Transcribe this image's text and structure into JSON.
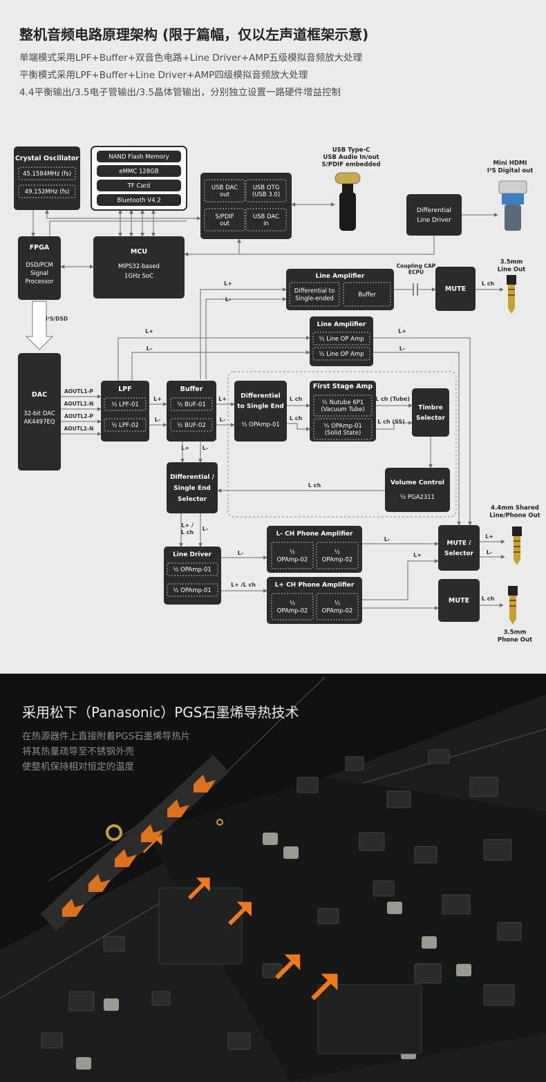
{
  "header": {
    "title": "整机音频电路原理架构 (限于篇幅，仅以左声道框架示意)",
    "lines": [
      "单端模式采用LPF+Buffer+双音色电路+Line Driver+AMP五级模拟音频放大处理",
      "平衡模式采用LPF+Buffer+Line Driver+AMP四级模拟音频放大处理",
      "4.4平衡输出/3.5电子管输出/3.5晶体管输出，分别独立设置一路硬件增益控制"
    ]
  },
  "diagram": {
    "crystal": {
      "title": "Crystal Oscillator",
      "f1": "45.1584MHz (fs)",
      "f2": "49.152MHz (fs)"
    },
    "storage": [
      "NAND Flash Memory",
      "eMMC 128GB",
      "TF Card",
      "Bluetooth V4.2"
    ],
    "usb_block": [
      "USB DAC\nout",
      "USB OTG\n(USB 3.0)",
      "S/PDIF\nout",
      "USB DAC\nin"
    ],
    "usb_typec_label": "USB Type-C\nUSB Audio In/out\nS/PDIF embedded",
    "mini_hdmi_label": "Mini HDMI\nI²S Digital out",
    "diff_line_driver": "Differential\nLine Driver",
    "fpga": {
      "title": "FPGA",
      "sub": "DSD/PCM\nSignal\nProcessor"
    },
    "mcu": {
      "title": "MCU",
      "sub": "MIPS32-based\n1GHz SoC"
    },
    "i2s_label": "I²S/DSD",
    "dac": {
      "title": "DAC",
      "sub": "32-bit DAC\nAK4497EQ"
    },
    "dac_outputs": [
      "AOUTL1-P",
      "AOUTL1-N",
      "AOUTL2-P",
      "AOUTL2-N"
    ],
    "lpf": {
      "title": "LPF",
      "a": "½ LPF-01",
      "b": "½ LPF-02"
    },
    "buffer": {
      "title": "Buffer",
      "a": "½ BUF-01",
      "b": "½ BUF-02"
    },
    "diff_se": {
      "title": "Differential\nto Single End",
      "sub": "½ OPAmp-01"
    },
    "first_stage": {
      "title": "First Stage Amp",
      "a": "½  Nutube 6P1\n(Vacuum Tube)",
      "b": "½ OPAmp-01\n(Solid State)"
    },
    "timbre": "Timbre\nSelector",
    "volume": {
      "title": "Volume Control",
      "sub": "½ PGA2311"
    },
    "diff_sel": "Differential /\nSingle End\nSelector",
    "line_amp1": {
      "title": "Line Amplifier",
      "a": "Differential to\nSingle-ended",
      "b": "Buffer"
    },
    "line_amp2": {
      "title": "Line Amplifier",
      "a": "½ Line OP Amp",
      "b": "½ Line OP Amp"
    },
    "coupling": "Coupling CAP\nECPU",
    "mute1": "MUTE",
    "out35_line": "3.5mm\nLine Out",
    "line_driver": {
      "title": "Line Driver",
      "a": "½ OPAmp-01",
      "b": "½ OPAmp-01"
    },
    "phone_amp_l": {
      "title": "L- CH Phone Amplifier",
      "a": "½\nOPAmp-02",
      "b": "½\nOPAmp-02"
    },
    "phone_amp_r": {
      "title": "L+ CH Phone Amplifier",
      "a": "½\nOPAmp-02",
      "b": "½\nOPAmp-02"
    },
    "mute_sel": "MUTE /\nSelector",
    "mute2": "MUTE",
    "out44": "4.4mm Shared\nLine/Phone Out",
    "out35_phone": "3.5mm\nPhone Out",
    "signal_labels": {
      "lp": "L+",
      "lm": "L-",
      "lch": "L ch",
      "lch_tube": "L ch (Tube)",
      "lch_ss": "L ch (SS)",
      "lpm_lch": "L+ /\nL ch",
      "lp_lch": "L+ /L ch"
    }
  },
  "bottom": {
    "title": "采用松下（Panasonic）PGS石墨烯导热技术",
    "lines": [
      "在热源器件上直接附着PGS石墨烯导热片",
      "将其热量疏导至不锈钢外壳",
      "使整机保持相对恒定的温度"
    ]
  },
  "colors": {
    "block": "#2b2b2b",
    "line": "#6a6a6a",
    "accent": "#f07a1a",
    "bg": "#ebebeb"
  }
}
